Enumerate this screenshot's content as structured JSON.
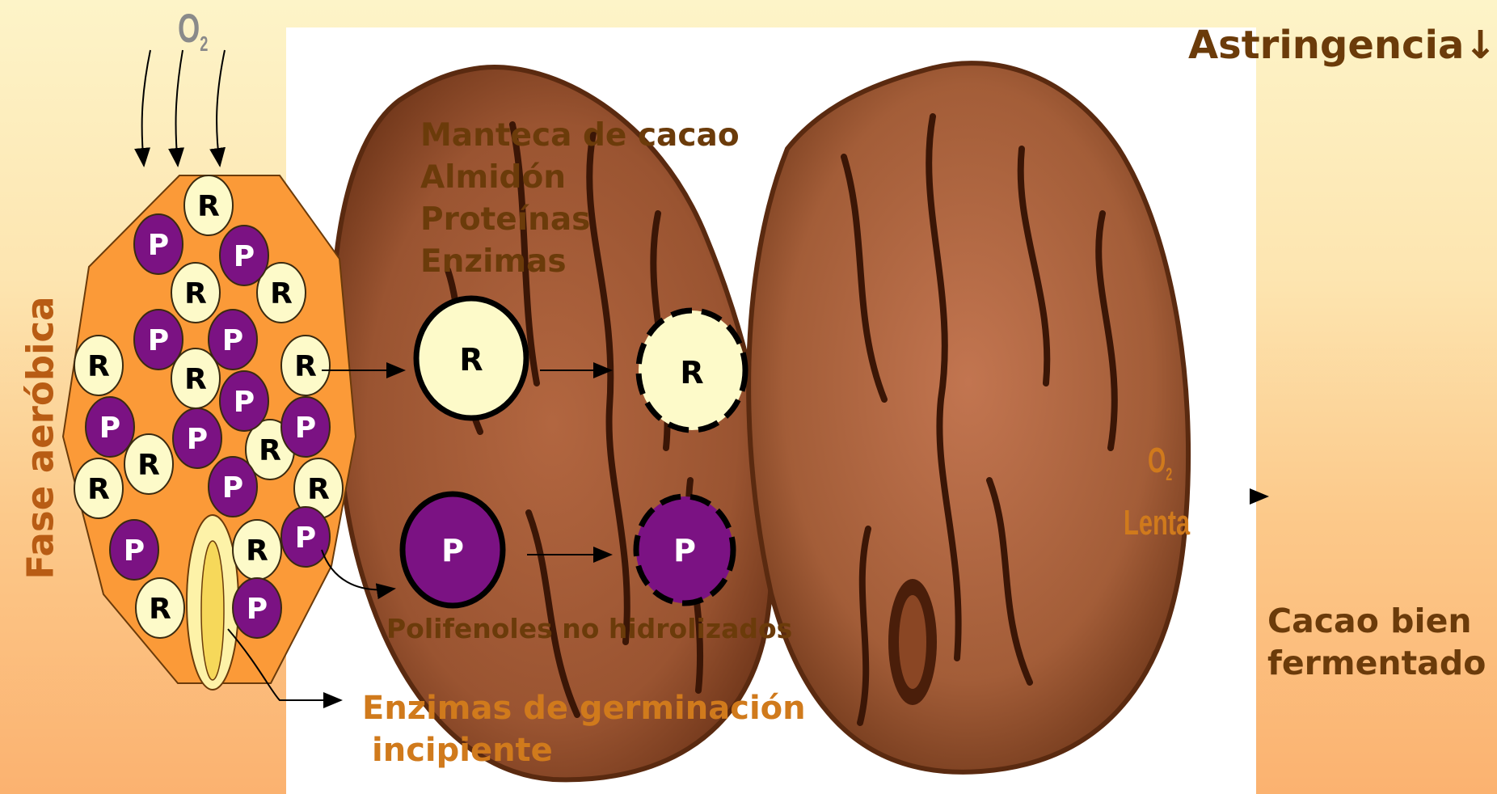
{
  "header": {
    "astringency_label": "Astringencia↓"
  },
  "side": {
    "phase_label": "Fase aeróbica"
  },
  "oxygen": {
    "top_symbol": "O",
    "top_sub": "2",
    "right_symbol": "O",
    "right_sub": "2",
    "speed_label": "Lenta"
  },
  "bean_contents": {
    "items": [
      "Manteca de cacao",
      "Almidón",
      "Proteínas",
      "Enzimas"
    ]
  },
  "labels": {
    "polyphenols": "Polifenoles no hidrolizados",
    "enzymes_line1": "Enzimas de germinación",
    "enzymes_line2": "incipiente",
    "result_line1": "Cacao bien",
    "result_line2": "fermentado"
  },
  "cells": {
    "r_letter": "R",
    "p_letter": "P"
  },
  "colors": {
    "seed_orange": "#fb9a38",
    "cell_r_fill": "#fdfac9",
    "cell_p_fill": "#7b1283",
    "text_brown": "#6b3b0a",
    "text_orange": "#d07a1c"
  }
}
